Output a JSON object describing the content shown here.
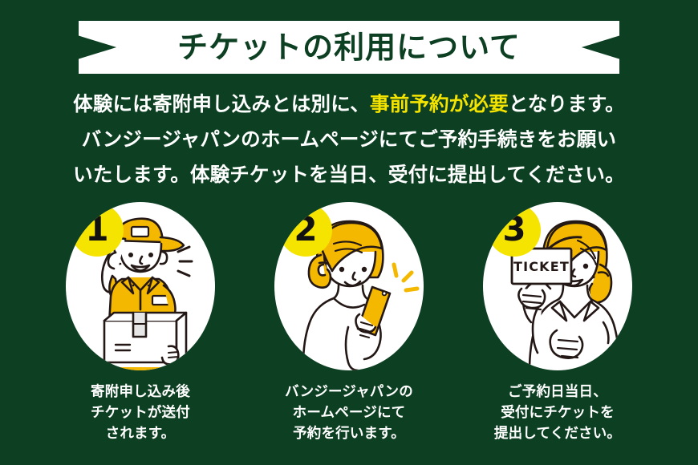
{
  "background_color": "#0d4022",
  "accent_yellow": "#f5e400",
  "header": {
    "title": "チケットの利用について",
    "banner_fill": "#ffffff",
    "title_color": "#0d4022"
  },
  "body": {
    "lines": [
      {
        "pre": "体験には寄附申し込みとは別に、",
        "highlight": "事前予約が必要",
        "post": "となります。"
      },
      {
        "pre": "バンジージャパンのホームページにてご予約手続きをお願い",
        "highlight": "",
        "post": ""
      },
      {
        "pre": "いたします。体験チケットを当日、受付に提出してください。",
        "highlight": "",
        "post": ""
      }
    ]
  },
  "steps": [
    {
      "number": "1",
      "illustration": "delivery-person-with-box",
      "caption_lines": [
        "寄附申し込み後",
        "チケットが送付",
        "されます。"
      ]
    },
    {
      "number": "2",
      "illustration": "woman-with-smartphone",
      "caption_lines": [
        "バンジージャパンの",
        "ホームページにて",
        "予約を行います。"
      ]
    },
    {
      "number": "3",
      "illustration": "woman-holding-ticket",
      "ticket_label": "TICKET",
      "caption_lines": [
        "ご予約日当日、",
        "受付にチケットを",
        "提出してください。"
      ]
    }
  ]
}
